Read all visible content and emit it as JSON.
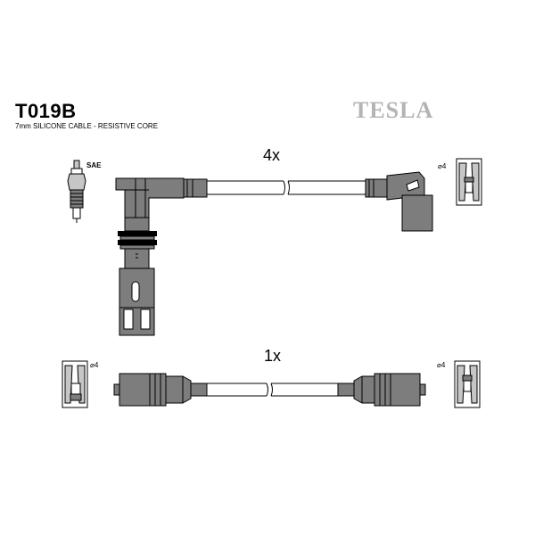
{
  "header": {
    "part_number": "T019B",
    "cable_spec": "7mm SILICONE CABLE - RESISTIVE CORE",
    "brand": "TESLA"
  },
  "sets": [
    {
      "quantity": "4x",
      "end_a": "SAE",
      "end_b": "⌀4"
    },
    {
      "quantity": "1x",
      "end_a": "⌀4",
      "end_b": "⌀4"
    }
  ],
  "colors": {
    "boot_grey": "#7d7d7d",
    "light_grey": "#c6c6c6",
    "brand_grey": "#b4b4b4"
  }
}
